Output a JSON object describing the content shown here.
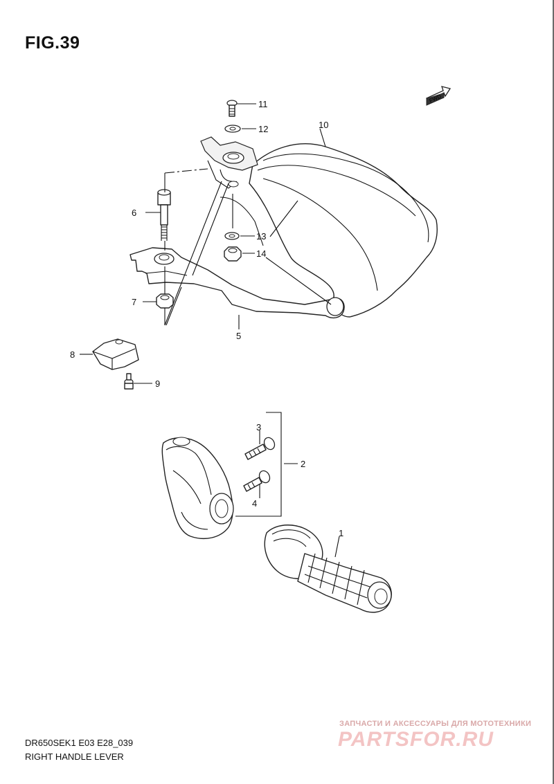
{
  "figure": {
    "title": "FIG.39"
  },
  "footer": {
    "model_code": "DR650SEK1 E03 E28_039",
    "caption": "RIGHT HANDLE LEVER"
  },
  "fwd_label": "FWD",
  "watermark": {
    "line1": "ЗАПЧАСТИ И АКСЕССУАРЫ ДЛЯ МОТОТЕХНИКИ",
    "line2": "PARTSFOR.RU"
  },
  "parts": [
    {
      "ref": "1"
    },
    {
      "ref": "2"
    },
    {
      "ref": "3"
    },
    {
      "ref": "4"
    },
    {
      "ref": "5"
    },
    {
      "ref": "6"
    },
    {
      "ref": "7"
    },
    {
      "ref": "8"
    },
    {
      "ref": "9"
    },
    {
      "ref": "10"
    },
    {
      "ref": "11"
    },
    {
      "ref": "12"
    },
    {
      "ref": "13"
    },
    {
      "ref": "14"
    }
  ]
}
